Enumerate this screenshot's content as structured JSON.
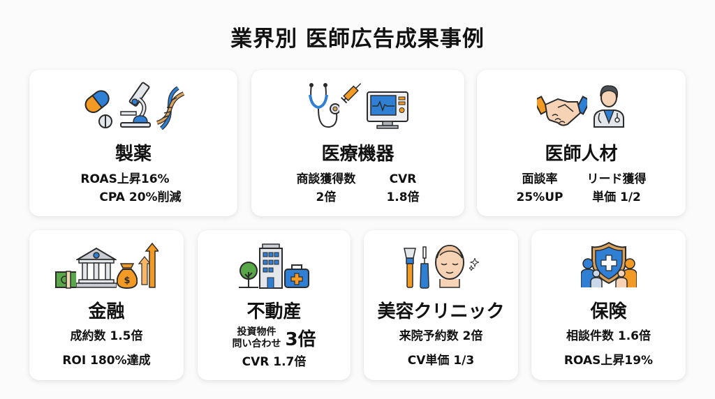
{
  "title": "業界別 医師広告成果事例",
  "colors": {
    "blue": "#2f7fd4",
    "orange": "#f39a24",
    "outline": "#2b2b2b",
    "gray": "#e3e6ea",
    "green": "#58a84a"
  },
  "cards": [
    {
      "name": "製薬",
      "icons": [
        "capsule-icon",
        "microscope-icon",
        "dna-icon"
      ],
      "metrics": [
        "ROAS上昇16%",
        "CPA 20%削減"
      ]
    },
    {
      "name": "医療機器",
      "icons": [
        "stethoscope-icon",
        "syringe-icon",
        "monitor-icon"
      ],
      "columns": [
        {
          "label": "商談獲得数",
          "value": "2倍"
        },
        {
          "label": "CVR",
          "value": "1.8倍"
        }
      ]
    },
    {
      "name": "医師人材",
      "icons": [
        "handshake-icon",
        "doctor-icon"
      ],
      "columns": [
        {
          "label": "面談率",
          "value": "25%UP"
        },
        {
          "label": "リード獲得",
          "value": "単価 1/2"
        }
      ]
    },
    {
      "name": "金融",
      "icons": [
        "cash-icon",
        "bank-icon",
        "money-bag-icon",
        "growth-arrow-icon"
      ],
      "metrics": [
        "成約数 1.5倍",
        "ROI 180%達成"
      ]
    },
    {
      "name": "不動産",
      "icons": [
        "tree-icon",
        "building-icon",
        "medical-bag-icon"
      ],
      "inquiry": {
        "label_line1": "投資物件",
        "label_line2": "問い合わせ",
        "value": "3倍"
      },
      "metrics": [
        "CVR 1.7倍"
      ]
    },
    {
      "name": "美容クリニック",
      "icons": [
        "makeup-brush-icon",
        "mascara-icon",
        "face-icon",
        "sparkle-icon"
      ],
      "metrics": [
        "来院予約数 2倍",
        "CV単価 1/3"
      ]
    },
    {
      "name": "保険",
      "icons": [
        "shield-icon",
        "family-icon"
      ],
      "metrics": [
        "相談件数 1.6倍",
        "ROAS上昇19%"
      ]
    }
  ]
}
